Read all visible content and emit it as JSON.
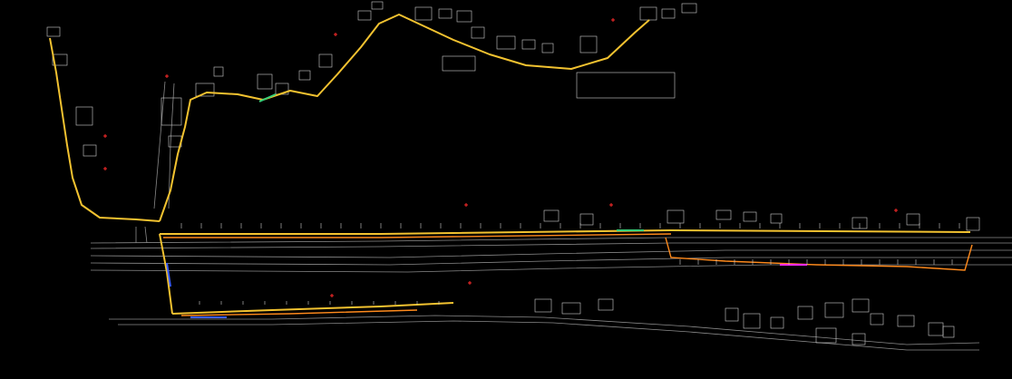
{
  "drawing": {
    "colors": {
      "background": "#000000",
      "main_pipe": "#f2c230",
      "pipe_secondary": "#ff8a1c",
      "pipe_accent_green": "#35d07a",
      "pipe_accent_blue": "#3a5dff",
      "pipe_accent_magenta": "#ff2aff",
      "road_lines": "#8a8a8a",
      "buildings": "#cfcfcf",
      "markers": "#ff2a2a",
      "labels": "#cfcfcf"
    },
    "layers": [
      "main-pipeline",
      "secondary-pipeline",
      "road-edges",
      "building-outlines",
      "survey-markers",
      "parcel-labels"
    ]
  }
}
